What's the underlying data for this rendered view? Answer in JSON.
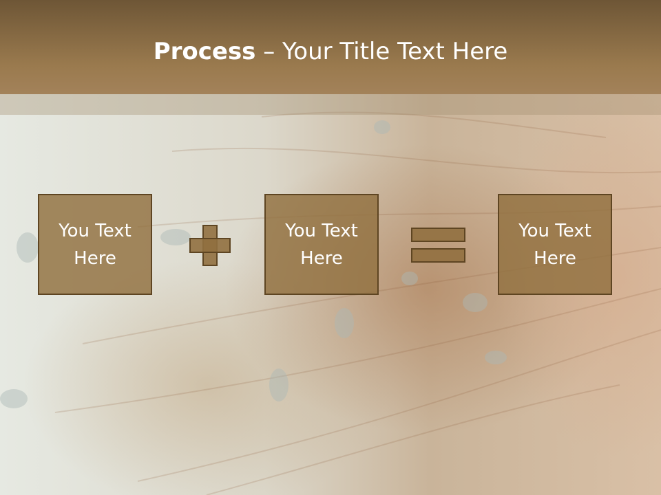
{
  "slide": {
    "title_bold": "Process",
    "title_rest": " – Your Title Text Here",
    "boxes": [
      {
        "line1": "You Text",
        "line2": "Here"
      },
      {
        "line1": "You Text",
        "line2": "Here"
      },
      {
        "line1": "You Text",
        "line2": "Here"
      }
    ],
    "operators": [
      "plus-icon",
      "equals-icon"
    ]
  },
  "colors": {
    "title_bar": "#8c6d45",
    "box_fill": "#917040",
    "box_border": "#5e4522",
    "text": "#ffffff"
  }
}
